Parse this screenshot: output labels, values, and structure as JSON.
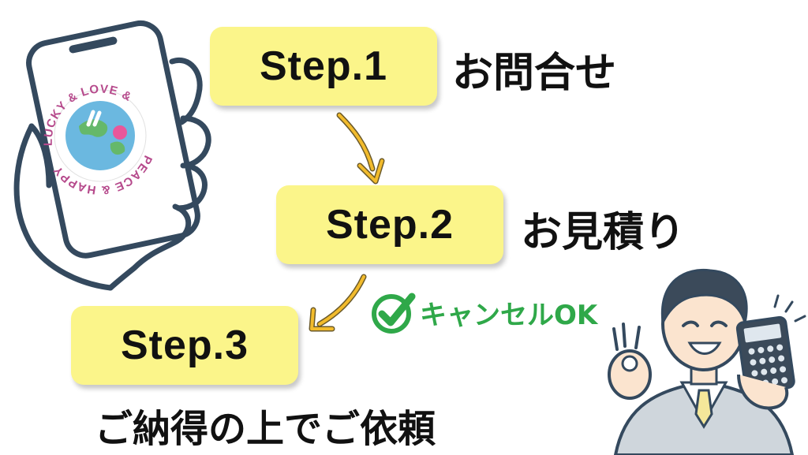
{
  "steps": [
    {
      "badge": "Step.1",
      "label": "お問合せ"
    },
    {
      "badge": "Step.2",
      "label": "お見積り"
    },
    {
      "badge": "Step.3",
      "label": "ご納得の上でご依頼"
    }
  ],
  "cancel_note": "キャンセルOK",
  "logo": {
    "top_arc": "LUCKY & LOVE &",
    "bottom_arc": "PEACE & HAPPY &"
  },
  "colors": {
    "badge_fill": "#fbf58a",
    "arrow": "#f2bb2c",
    "check": "#2fa849",
    "phone_line": "#34495e"
  },
  "icons": [
    "phone-in-hand-illustration",
    "check-circle-icon",
    "businessman-with-calculator-illustration"
  ]
}
